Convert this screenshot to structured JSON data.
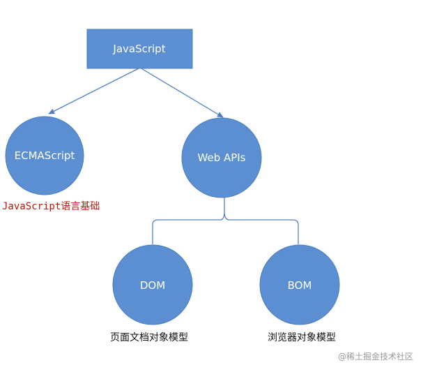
{
  "diagram": {
    "root": {
      "label": "JavaScript"
    },
    "ecmascript": {
      "label": "ECMAScript",
      "caption": "JavaScript语言基础"
    },
    "webapis": {
      "label": "Web APIs"
    },
    "dom": {
      "label": "DOM",
      "caption": "页面文档对象模型"
    },
    "bom": {
      "label": "BOM",
      "caption": "浏览器对象模型"
    }
  },
  "watermark": "@稀土掘金技术社区",
  "colors": {
    "node_fill": "#5b8fd2",
    "node_stroke": "#4a7cbd",
    "connector": "#4f7fc0",
    "highlight_text": "#c0140c"
  }
}
